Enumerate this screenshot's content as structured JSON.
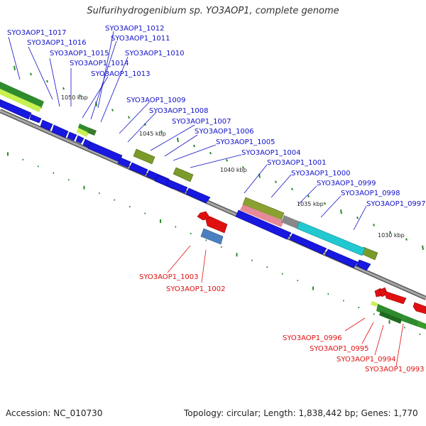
{
  "title": "Sulfurihydrogenibium sp. YO3AOP1, complete genome",
  "accession": "Accession: NC_010730",
  "topology": "Topology: circular; Length: 1,838,442 bp; Genes: 1,770",
  "colors": {
    "forward_label": "#1010c8",
    "reverse_label": "#e01010",
    "backbone": "#808080",
    "tick": "#2a8a2a"
  },
  "position_labels": [
    "1050 kbp",
    "1045 kbp",
    "1040 kbp",
    "1035 kbp",
    "1030 kbp"
  ],
  "forward_genes": [
    "SYO3AOP1_1017",
    "SYO3AOP1_1016",
    "SYO3AOP1_1015",
    "SYO3AOP1_1014",
    "SYO3AOP1_1013",
    "SYO3AOP1_1012",
    "SYO3AOP1_1011",
    "SYO3AOP1_1010",
    "SYO3AOP1_1009",
    "SYO3AOP1_1008",
    "SYO3AOP1_1007",
    "SYO3AOP1_1006",
    "SYO3AOP1_1005",
    "SYO3AOP1_1004",
    "SYO3AOP1_1001",
    "SYO3AOP1_1000",
    "SYO3AOP1_0999",
    "SYO3AOP1_0998",
    "SYO3AOP1_0997"
  ],
  "reverse_genes": [
    "SYO3AOP1_1003",
    "SYO3AOP1_1002",
    "SYO3AOP1_0996",
    "SYO3AOP1_0995",
    "SYO3AOP1_0994",
    "SYO3AOP1_0993"
  ]
}
